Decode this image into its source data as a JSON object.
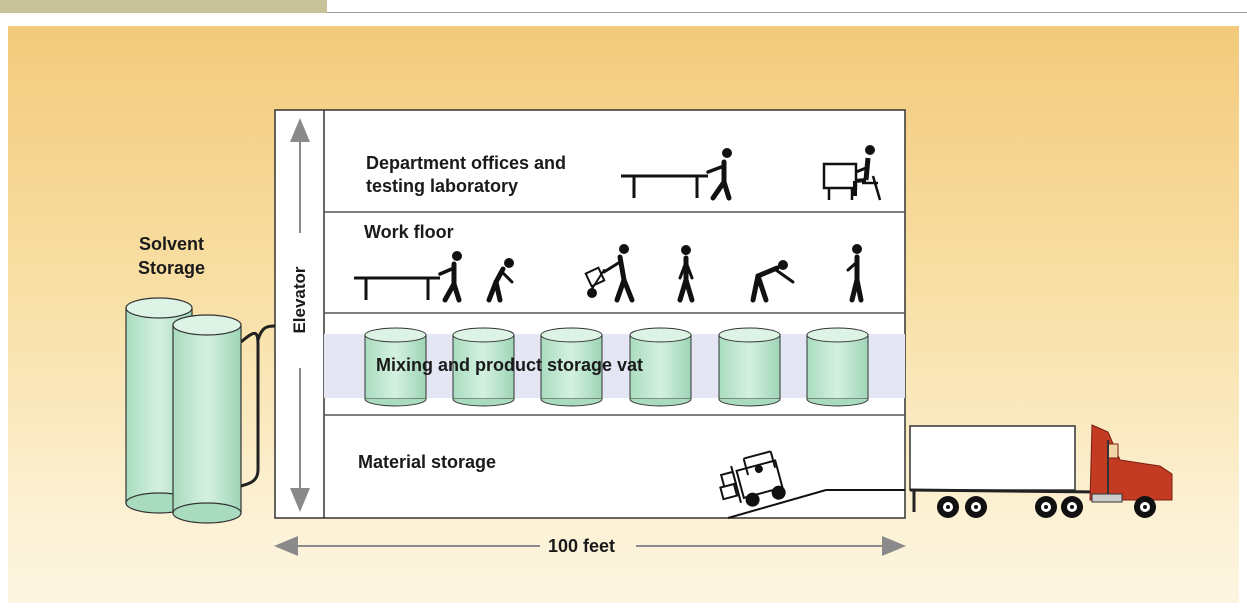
{
  "labels": {
    "offices_line1": "Department offices and",
    "offices_line2": "testing laboratory",
    "work_floor": "Work floor",
    "solvent_line1": "Solvent",
    "solvent_line2": "Storage",
    "elevator": "Elevator",
    "mixing": "Mixing and product storage vat",
    "material": "Material storage",
    "dimension": "100 feet"
  },
  "colors": {
    "tank": "#b9e6cc",
    "tank_top": "#dcf3e6",
    "truck_cab": "#c23b22",
    "band": "#e4e6f4"
  }
}
